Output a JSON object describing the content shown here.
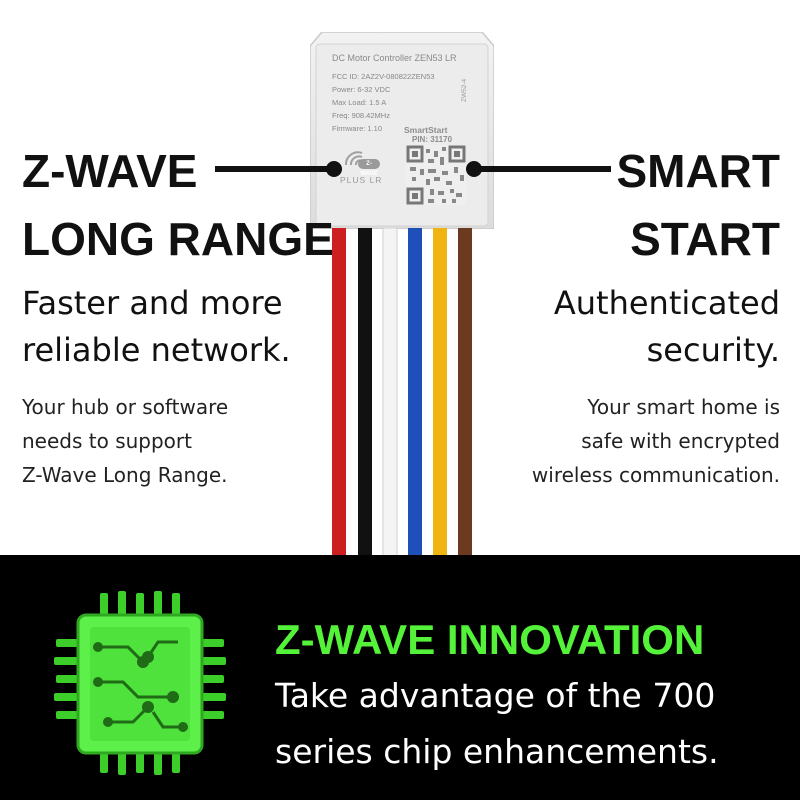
{
  "device": {
    "title": "DC Motor Controller ZEN53 LR",
    "specs": [
      "FCC ID: 2AZ2V-080822ZEN53",
      "Power: 6-32 VDC",
      "Max Load: 1.5 A",
      "Freq: 908.42MHz",
      "Firmware: 1.10"
    ],
    "side_code": "ZW52-4",
    "smartstart_label": "SmartStart",
    "pin": "PIN: 31170",
    "badge": "Z-WAVE",
    "plus_lr": "PLUS LR",
    "wire_colors": [
      "#cc1f1f",
      "#111111",
      "#f4f4f4",
      "#1f4fb8",
      "#f0b412",
      "#6b3a1f"
    ]
  },
  "left": {
    "heading_line1": "Z-WAVE",
    "heading_line2": "LONG RANGE",
    "sub_line1": "Faster and more",
    "sub_line2": "reliable network.",
    "small_line1": "Your hub or software",
    "small_line2": "needs to support",
    "small_line3": "Z-Wave Long Range."
  },
  "right": {
    "heading_line1": "SMART",
    "heading_line2": "START",
    "sub_line1": "Authenticated",
    "sub_line2": "security.",
    "small_line1": "Your smart home is",
    "small_line2": "safe with encrypted",
    "small_line3": "wireless communication."
  },
  "band": {
    "title": "Z-WAVE INNOVATION",
    "body_line1": "Take advantage of the 700",
    "body_line2": "series chip enhancements.",
    "accent": "#55f23a",
    "background": "#000000"
  }
}
